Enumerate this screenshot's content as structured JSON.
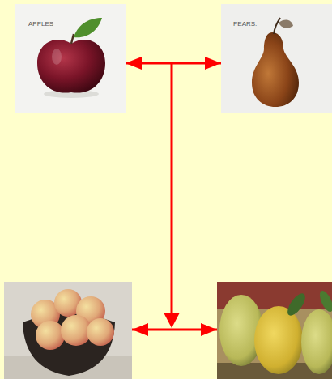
{
  "diagram": {
    "nodes": [
      {
        "text": [
          "APPLES"
        ]
      },
      {
        "text": [
          "PEARS."
        ]
      },
      {
        "text": []
      },
      {
        "text": []
      }
    ],
    "edges": [
      {
        "from": 0,
        "to": 1,
        "arrow": "both"
      },
      {
        "from": 2,
        "to": 3,
        "arrow": "both"
      }
    ]
  }
}
